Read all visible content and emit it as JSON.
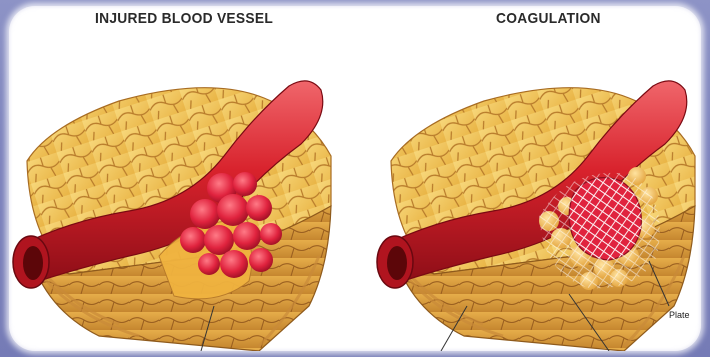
{
  "panels": [
    {
      "title": "INJURED BLOOD VESSEL"
    },
    {
      "title": "COAGULATION"
    }
  ],
  "callouts": {
    "platelet": "Plate"
  },
  "colors": {
    "blood_red": "#d8222c",
    "clot_red": "#e0233e",
    "fat_yellow": "#f2c457",
    "frame_border": "#8088c0"
  }
}
